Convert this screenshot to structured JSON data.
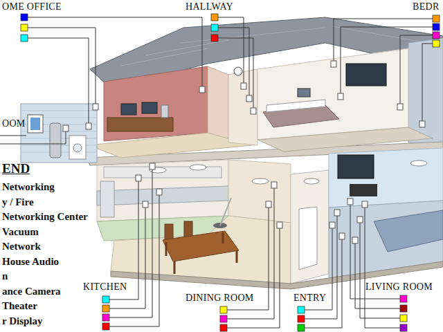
{
  "diagram": {
    "labels": [
      "OME OFFICE",
      "HALLWAY",
      "BEDR",
      "OOM",
      "END",
      "KITCHEN",
      "DINING ROOM",
      "ENTRY",
      "LIVING ROOM"
    ],
    "legend": [
      {
        "text": "Networking"
      },
      {
        "text": "y / Fire"
      },
      {
        "text": "Networking Center"
      },
      {
        "text": "Vacuum"
      },
      {
        "text": "Network"
      },
      {
        "text": "House Audio"
      },
      {
        "text": "n"
      },
      {
        "text": "ance Camera"
      },
      {
        "text": "Theater"
      },
      {
        "text": "r Display"
      }
    ]
  }
}
